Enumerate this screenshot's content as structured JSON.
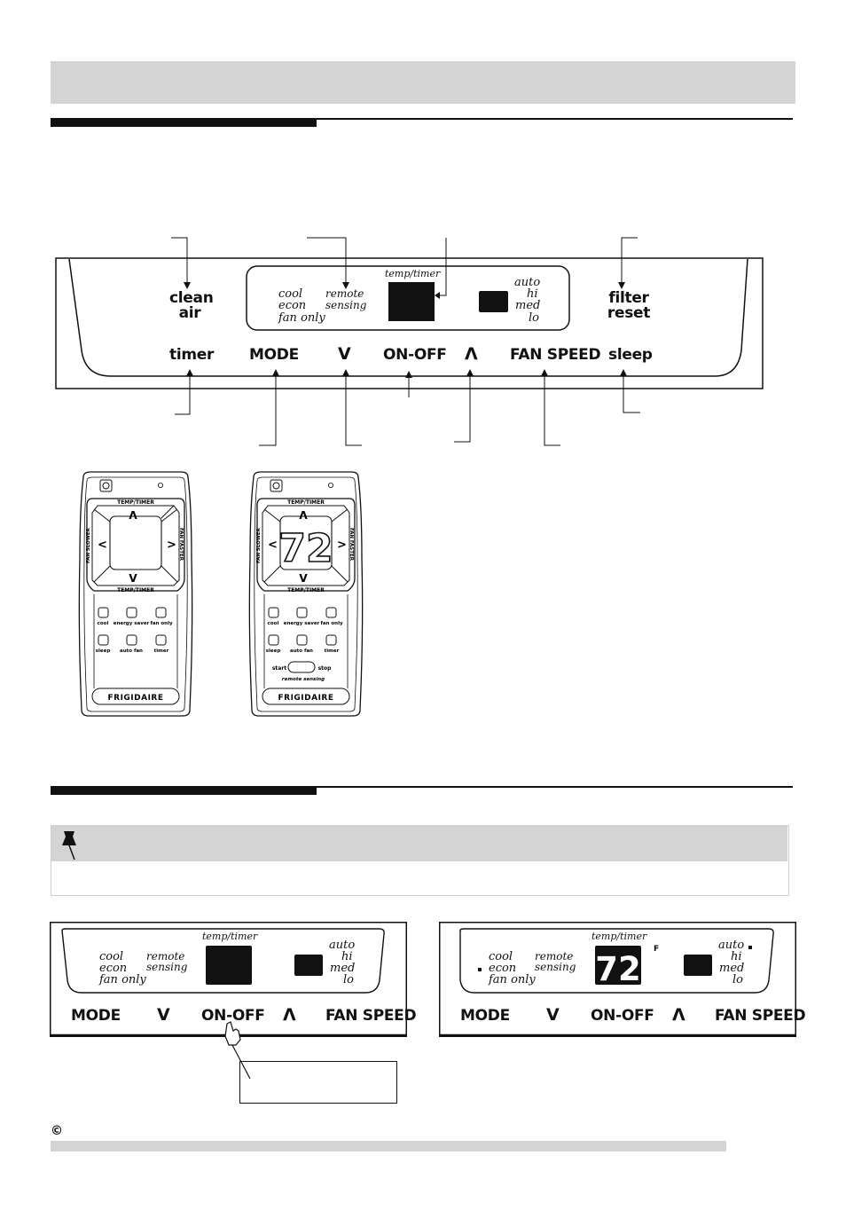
{
  "control_panel": {
    "clean_air": "clean\nair",
    "filter_reset": "filter\nreset",
    "timer": "timer",
    "mode": "MODE",
    "down": "V",
    "on_off": "ON-OFF",
    "up": "Λ",
    "fan_speed": "FAN SPEED",
    "sleep": "sleep",
    "display": {
      "modes": [
        "cool",
        "econ",
        "fan only"
      ],
      "remote_sensing": "remote\nsensing",
      "temp_timer": "temp/timer",
      "fan_levels": [
        "auto",
        "hi",
        "med",
        "lo"
      ]
    }
  },
  "remote": {
    "temp_timer": "TEMP/TIMER",
    "fan_slower": "FAN SLOWER",
    "fan_faster": "FAN FASTER",
    "display_value": "72",
    "buttons": [
      "cool",
      "energy saver",
      "fan only",
      "sleep",
      "auto fan",
      "timer"
    ],
    "start": "start",
    "stop": "stop",
    "remote_sensing": "remote sensing",
    "brand": "FRIGIDAIRE"
  },
  "panel_off": {
    "modes": [
      "cool",
      "econ",
      "fan only"
    ],
    "remote_sensing": "remote\nsensing",
    "temp_timer": "temp/timer",
    "fan_levels": [
      "auto",
      "hi",
      "med",
      "lo"
    ],
    "mode": "MODE",
    "down": "V",
    "on_off": "ON-OFF",
    "up": "Λ",
    "fan_speed": "FAN SPEED"
  },
  "panel_on": {
    "modes": [
      "cool",
      "econ",
      "fan only"
    ],
    "remote_sensing": "remote\nsensing",
    "temp_timer": "temp/timer",
    "temp_value": "72",
    "unit": "F",
    "fan_levels": [
      "auto",
      "hi",
      "med",
      "lo"
    ],
    "mode": "MODE",
    "down": "V",
    "on_off": "ON-OFF",
    "up": "Λ",
    "fan_speed": "FAN SPEED"
  },
  "footer": {
    "copyright": "©"
  },
  "colors": {
    "band": "#d4d4d4",
    "ink": "#111111"
  }
}
